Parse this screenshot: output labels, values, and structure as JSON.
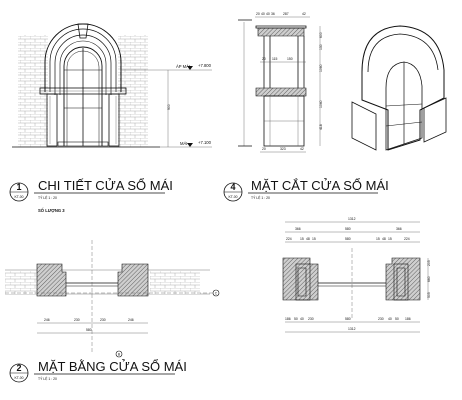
{
  "drawing_1": {
    "number": "1",
    "sheet_ref": "KT-00",
    "title": "CHI TIẾT CỬA SỔ MÁI",
    "scale": "TỶ LỆ 1 : 20",
    "note": "SỐ LƯỢNG 3",
    "level_upper_label": "ÁP MÁI",
    "level_upper_value": "+7.800",
    "level_lower_label": "MÁI",
    "level_lower_value": "+7.100",
    "height_dim": "900"
  },
  "drawing_2": {
    "number": "2",
    "sheet_ref": "KT-00",
    "title": "MẶT BẰNG CỬA SỔ MÁI",
    "scale": "TỶ LỆ 1 : 20",
    "dims": [
      "246",
      "230",
      "230",
      "246",
      "580"
    ],
    "grid_refs": [
      "B",
      "C"
    ]
  },
  "drawing_4": {
    "number": "4",
    "sheet_ref": "KT-00",
    "title": "MẶT CẮT CỬA SỔ MÁI",
    "scale": "TỶ LỆ 1 : 20",
    "top_dims": [
      "20",
      "40",
      "40",
      "36",
      "287",
      "42"
    ],
    "mid_dims": [
      "20",
      "115",
      "150"
    ],
    "bottom_dims": [
      "20",
      "323",
      "42"
    ],
    "right_dims": [
      "600",
      "130",
      "1060",
      "1040",
      "418"
    ]
  },
  "drawing_section": {
    "overall_dim": "1312",
    "top_dims": [
      "366",
      "580",
      "366"
    ],
    "second_dims": [
      "224",
      "15",
      "48",
      "15",
      "580",
      "15",
      "48",
      "15",
      "224"
    ],
    "bottom_dims": [
      "186",
      "50",
      "40",
      "230",
      "580",
      "230",
      "40",
      "50",
      "186"
    ],
    "right_dims": [
      "205",
      "660",
      "505"
    ]
  }
}
